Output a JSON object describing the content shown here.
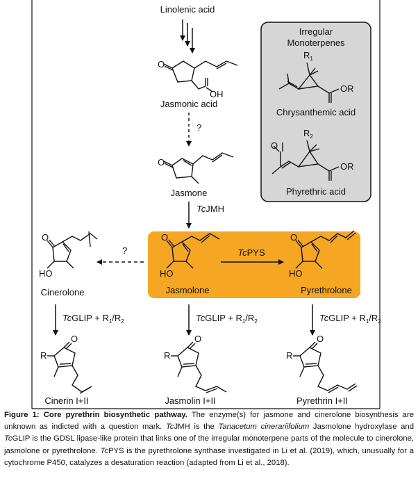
{
  "diagram": {
    "labels": {
      "linolenic_acid": "Linolenic acid",
      "jasmonic_acid": "Jasmonic acid",
      "jasmone": "Jasmone",
      "jasmolone": "Jasmolone",
      "pyrethrolone": "Pyrethrolone",
      "cinerolone": "Cinerolone",
      "cinerin": "Cinerin I+II",
      "jasmolin": "Jasmolin I+II",
      "pyrethrin": "Pyrethrin I+II"
    },
    "irregular_box": {
      "title_line1": "Irregular",
      "title_line2": "Monoterpenes",
      "r1": "R",
      "r1_sub": "1",
      "r2": "R",
      "r2_sub": "2",
      "chrysanthemic": "Chrysanthemic acid",
      "phyrethric": "Phyrethric acid"
    },
    "atoms": {
      "oh": "OH",
      "ho": "HO",
      "o": "O",
      "or": "OR",
      "r": "R"
    },
    "enzymes": {
      "question": "?",
      "jmh_italic": "Tc",
      "jmh": "JMH",
      "pys_italic": "Tc",
      "pys": "PYS",
      "glip_italic": "Tc",
      "glip": "GLIP + R",
      "glip_sub1": "1",
      "glip_slash": "/R",
      "glip_sub2": "2"
    },
    "colors": {
      "highlight": "#f5a623",
      "monoterpene_box": "#d6d6d6",
      "line": "#111111"
    }
  },
  "caption": {
    "figure_label": "Figure 1: Core pyrethrin biosynthetic pathway.",
    "s1": " The enzyme(s) for jasmone and cinerolone biosynthesis are unknown as indicted with a question mark. ",
    "tc1": "Tc",
    "s2": "JMH is the ",
    "species": "Tanacetum cinerariifolium",
    "s3": " Jasmolone hydroxylase and ",
    "tc2": "Tc",
    "s4": "GLIP is the GDSL lipase-like protein that links one of the irregular monoterpene parts of the molecule to cinerolone, jasmolone or pyrethrolone. ",
    "tc3": "Tc",
    "s5": "PYS is the pyrethrolone synthase investigated in Li et al. (2019), which, unusually for a cytochrome P450, catalyzes a desaturation reaction (adapted from Li et al., 2018)."
  }
}
